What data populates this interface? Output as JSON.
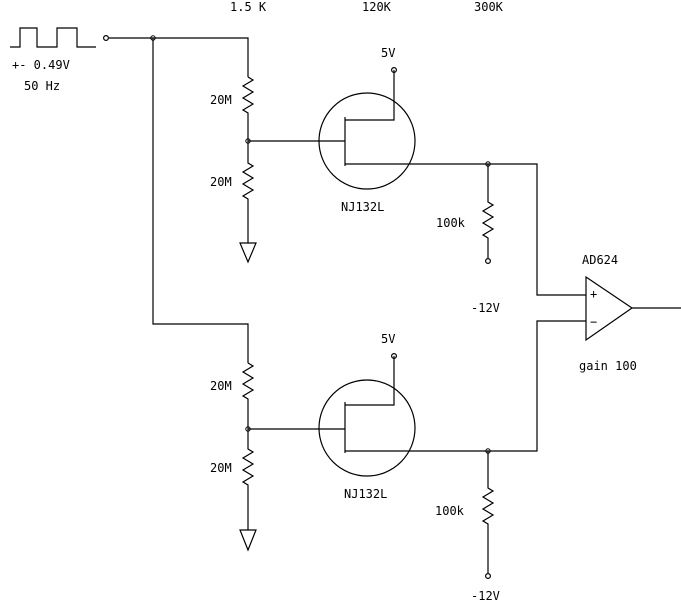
{
  "source": {
    "amplitude_label": "+- 0.49V",
    "frequency_label": "50 Hz"
  },
  "top_labels": [
    "1.5 K",
    "120K",
    "300K"
  ],
  "upper_stage": {
    "r_top": "20M",
    "r_bottom": "20M",
    "supply": "5V",
    "transistor": "NJ132L",
    "load": "100k",
    "neg_supply": "-12V"
  },
  "lower_stage": {
    "r_top": "20M",
    "r_bottom": "20M",
    "supply": "5V",
    "transistor": "NJ132L",
    "load": "100k",
    "neg_supply": "-12V"
  },
  "amplifier": {
    "name": "AD624",
    "plus": "+",
    "minus": "−",
    "gain": "gain 100"
  }
}
